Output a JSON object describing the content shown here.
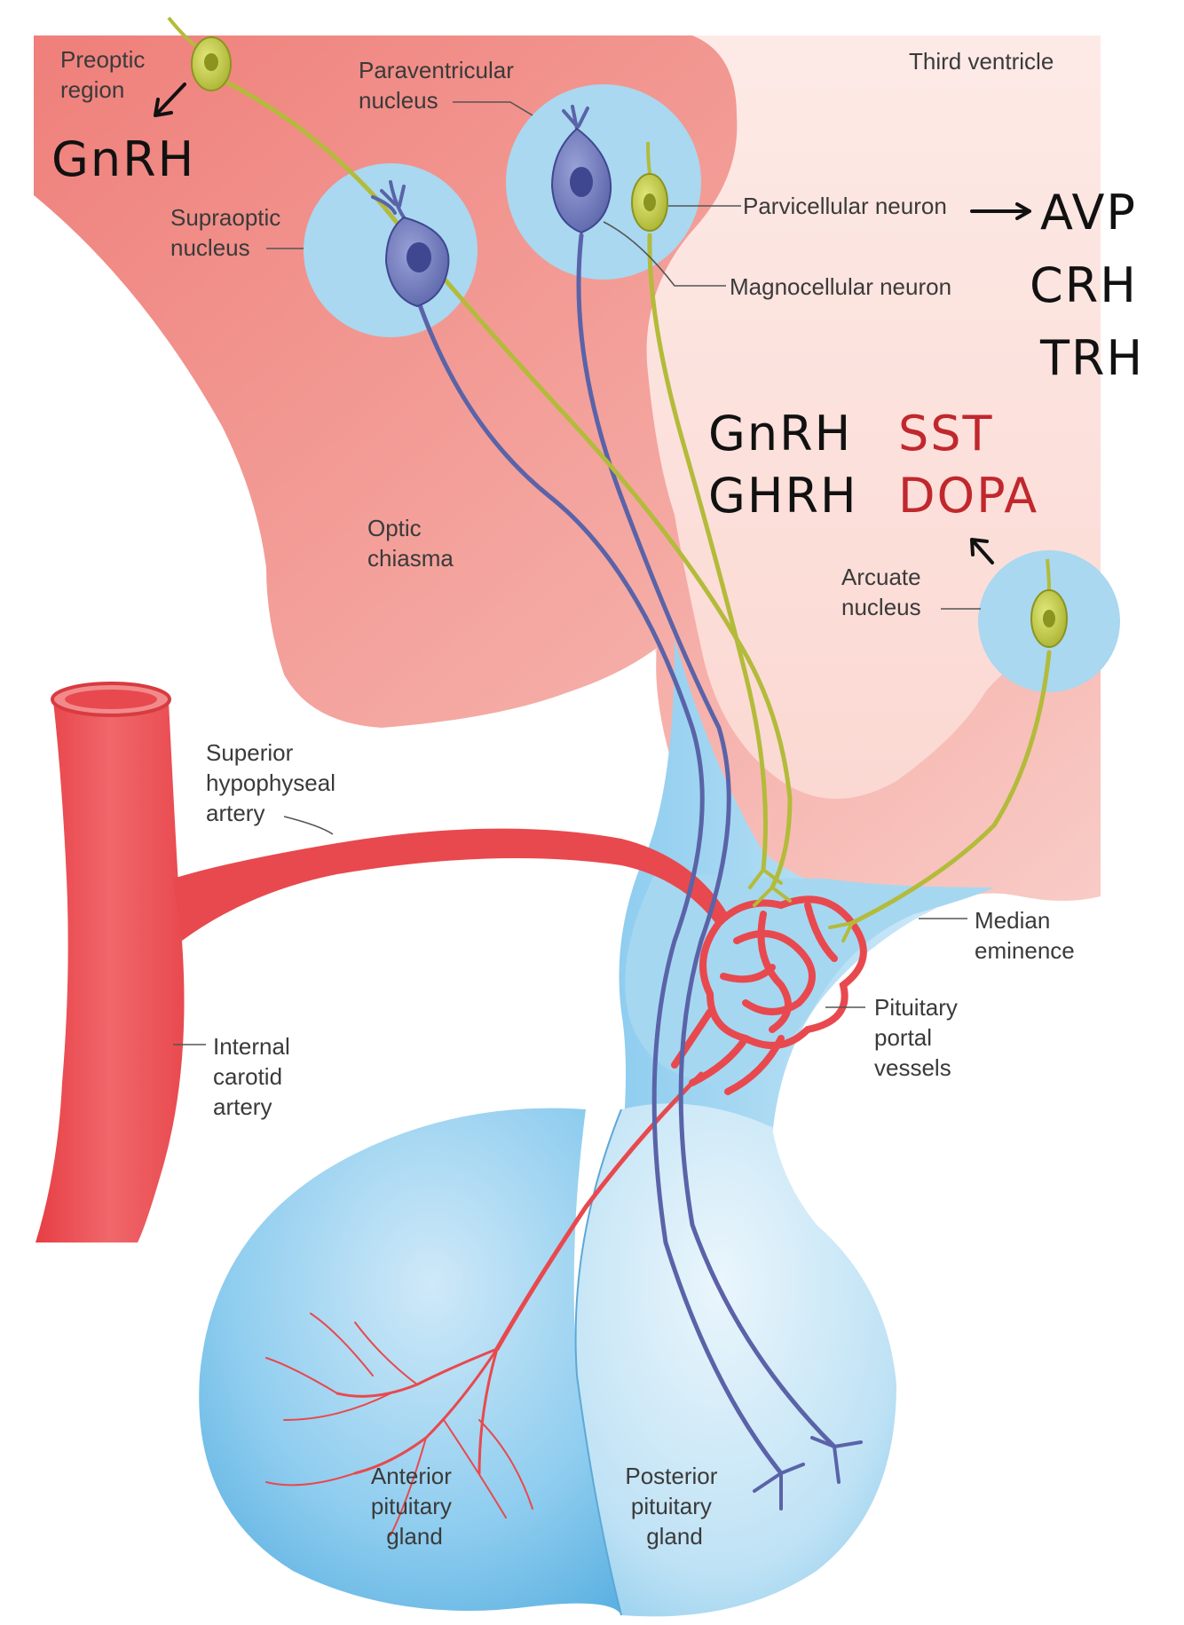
{
  "labels": {
    "preoptic_region": [
      "Preoptic",
      "region"
    ],
    "paraventricular_nucleus": [
      "Paraventricular",
      "nucleus"
    ],
    "third_ventricle": "Third ventricle",
    "supraoptic_nucleus": [
      "Supraoptic",
      "nucleus"
    ],
    "parvicellular_neuron": "Parvicellular neuron",
    "magnocellular_neuron": "Magnocellular neuron",
    "optic_chiasma": [
      "Optic",
      "chiasma"
    ],
    "arcuate_nucleus": [
      "Arcuate",
      "nucleus"
    ],
    "superior_hypophyseal_artery": [
      "Superior",
      "hypophyseal",
      "artery"
    ],
    "median_eminence": [
      "Median",
      "eminence"
    ],
    "internal_carotid_artery": [
      "Internal",
      "carotid",
      "artery"
    ],
    "pituitary_portal_vessels": [
      "Pituitary",
      "portal",
      "vessels"
    ],
    "anterior_pituitary_gland": [
      "Anterior",
      "pituitary",
      "gland"
    ],
    "posterior_pituitary_gland": [
      "Posterior",
      "pituitary",
      "gland"
    ]
  },
  "handwritten": {
    "preoptic_hormone": "GnRH",
    "parvicellular_hormones": [
      "AVP",
      "CRH",
      "TRH"
    ],
    "arcuate_black": [
      "GnRH",
      "GHRH"
    ],
    "arcuate_red": [
      "SST",
      "DOPA"
    ]
  },
  "colors": {
    "hypothalamus": "#f4a6a0",
    "third_ventricle_bg": "#fde6e1",
    "nucleus": "#a9d8f0",
    "pituitary": "#7fc4ea",
    "artery": "#e8494e",
    "magnocellular": "#5a63a8",
    "parvicellular": "#b3bb3a",
    "handwriting_red": "#c0282d"
  }
}
